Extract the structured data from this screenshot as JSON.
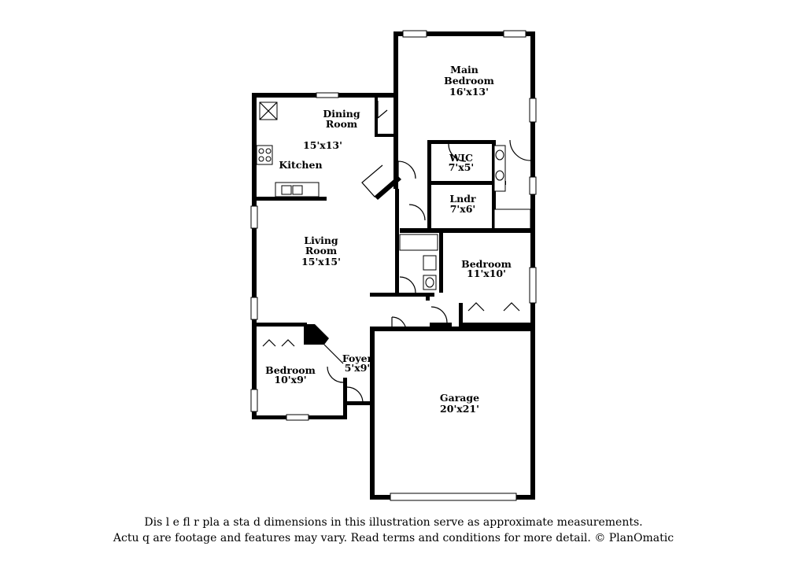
{
  "rooms": {
    "main_bedroom": {
      "name_line1": "Main",
      "name_line2": "Bedroom",
      "size": "16'x13'"
    },
    "dining": {
      "name_line1": "Dining",
      "name_line2": "Room"
    },
    "kitchen_dining_size": "15'x13'",
    "kitchen": {
      "name": "Kitchen"
    },
    "wic": {
      "name": "WIC",
      "size": "7'x5'"
    },
    "laundry": {
      "name": "Lndr",
      "size": "7'x6'"
    },
    "living": {
      "name_line1": "Living",
      "name_line2": "Room",
      "size": "15'x15'"
    },
    "bedroom_right": {
      "name": "Bedroom",
      "size": "11'x10'"
    },
    "bedroom_left": {
      "name": "Bedroom",
      "size": "10'x9'"
    },
    "foyer": {
      "name": "Foyer",
      "size": "5'x9'"
    },
    "garage": {
      "name": "Garage",
      "size": "20'x21'"
    }
  },
  "disclaimer": {
    "line1": "Dis          l e fl    r pla  a   sta  d dimensions in this illustration serve as approximate measurements.",
    "line2": "Actu   q are footage and features may vary. Read terms and conditions for more detail. © PlanOmatic"
  }
}
